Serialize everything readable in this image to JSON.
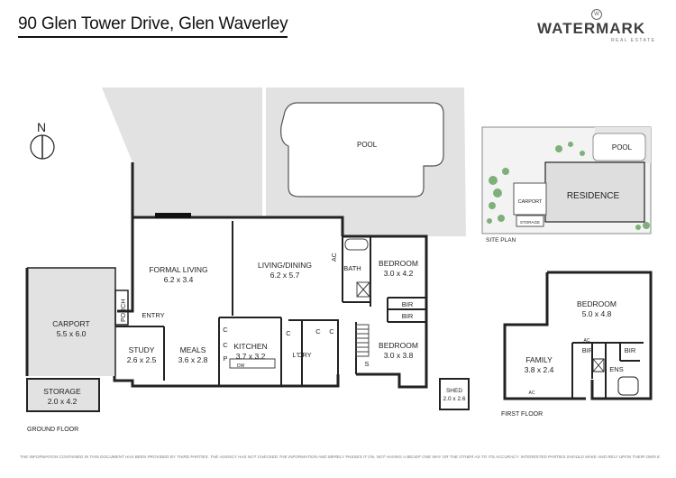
{
  "header": {
    "title": "90 Glen Tower Drive, Glen Waverley"
  },
  "brand": {
    "name": "WATERMARK",
    "subtitle": "REAL ESTATE"
  },
  "compass": {
    "label": "N"
  },
  "ground_floor": {
    "label": "GROUND FLOOR",
    "pool": "POOL",
    "rooms": {
      "formal_living": {
        "name": "FORMAL LIVING",
        "dims": "6.2 x 3.4"
      },
      "living_dining": {
        "name": "LIVING/DINING",
        "dims": "6.2 x 5.7"
      },
      "bedroom_a": {
        "name": "BEDROOM",
        "dims": "3.0 x 4.2"
      },
      "bedroom_b": {
        "name": "BEDROOM",
        "dims": "3.0 x 3.8"
      },
      "carport": {
        "name": "CARPORT",
        "dims": "5.5 x 6.0"
      },
      "storage": {
        "name": "STORAGE",
        "dims": "2.0 x 4.2"
      },
      "study": {
        "name": "STUDY",
        "dims": "2.6 x 2.5"
      },
      "meals": {
        "name": "MEALS",
        "dims": "3.6 x 2.8"
      },
      "kitchen": {
        "name": "KITCHEN",
        "dims": "3.7 x 3.2"
      },
      "shed": {
        "name": "SHED",
        "dims": "2.0 x 2.6"
      }
    },
    "labels": {
      "bath": "BATH",
      "ac": "AC",
      "bir1": "BIR",
      "bir2": "BIR",
      "porch": "PORCH",
      "entry": "ENTRY",
      "ldry": "L'DRY",
      "c1": "C",
      "c2": "C",
      "c3": "C",
      "c4": "C",
      "c5": "C",
      "p": "P",
      "s": "S",
      "dw": "DW"
    }
  },
  "first_floor": {
    "label": "FIRST FLOOR",
    "rooms": {
      "bedroom": {
        "name": "BEDROOM",
        "dims": "5.0 x 4.8"
      },
      "family": {
        "name": "FAMILY",
        "dims": "3.8 x 2.4"
      }
    },
    "labels": {
      "bir_a": "BIR",
      "bir_b": "BIR",
      "ens": "ENS",
      "ac1": "AC",
      "ac2": "AC"
    }
  },
  "site_plan": {
    "label": "SITE PLAN",
    "pool": "POOL",
    "residence": "RESIDENCE",
    "carport": "CARPORT",
    "storage": "STORAGE"
  },
  "disclaimer": "THE INFORMATION CONTAINED IN THIS DOCUMENT HAS BEEN PROVIDED BY THIRD PARTIES. THE AGENCY HAS NOT CHECKED THE INFORMATION AND MERELY PASSES IT ON, NOT HAVING A BELIEF ONE WAY OR THE OTHER AS TO ITS ACCURACY. INTERESTED PARTIES SHOULD MAKE AND RELY UPON THEIR OWN ENQUIRIES."
}
